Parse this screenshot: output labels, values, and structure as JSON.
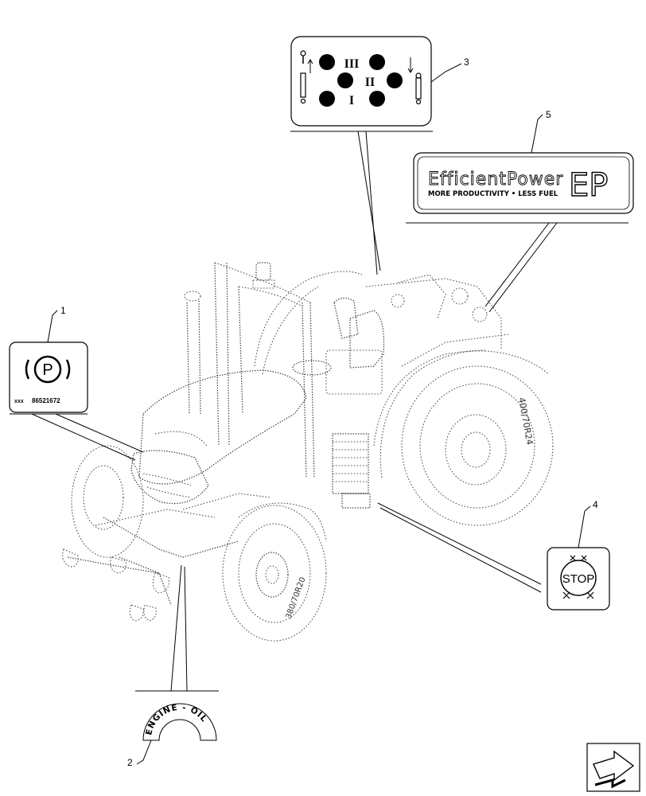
{
  "callouts": {
    "c1": "1",
    "c2": "2",
    "c3": "3",
    "c4": "4",
    "c5": "5"
  },
  "decals": {
    "parking_brake": {
      "symbol": "P",
      "code_prefix": "xxx",
      "code": "86521672"
    },
    "gear_range": {
      "top": "III",
      "middle": "II",
      "bottom": "I"
    },
    "efficient_power": {
      "title": "EfficientPower",
      "tagline": "MORE PRODUCTIVITY • LESS FUEL",
      "logo": "EP"
    },
    "stop": {
      "text": "STOP"
    },
    "engine_oil": {
      "text": "ENGINE - OIL"
    }
  },
  "tyre_markings": {
    "rear": "400/70R24",
    "front": "380/70R20"
  },
  "icons": {
    "nav": "next-page-arrow-icon",
    "tractor": "tractor-illustration"
  }
}
